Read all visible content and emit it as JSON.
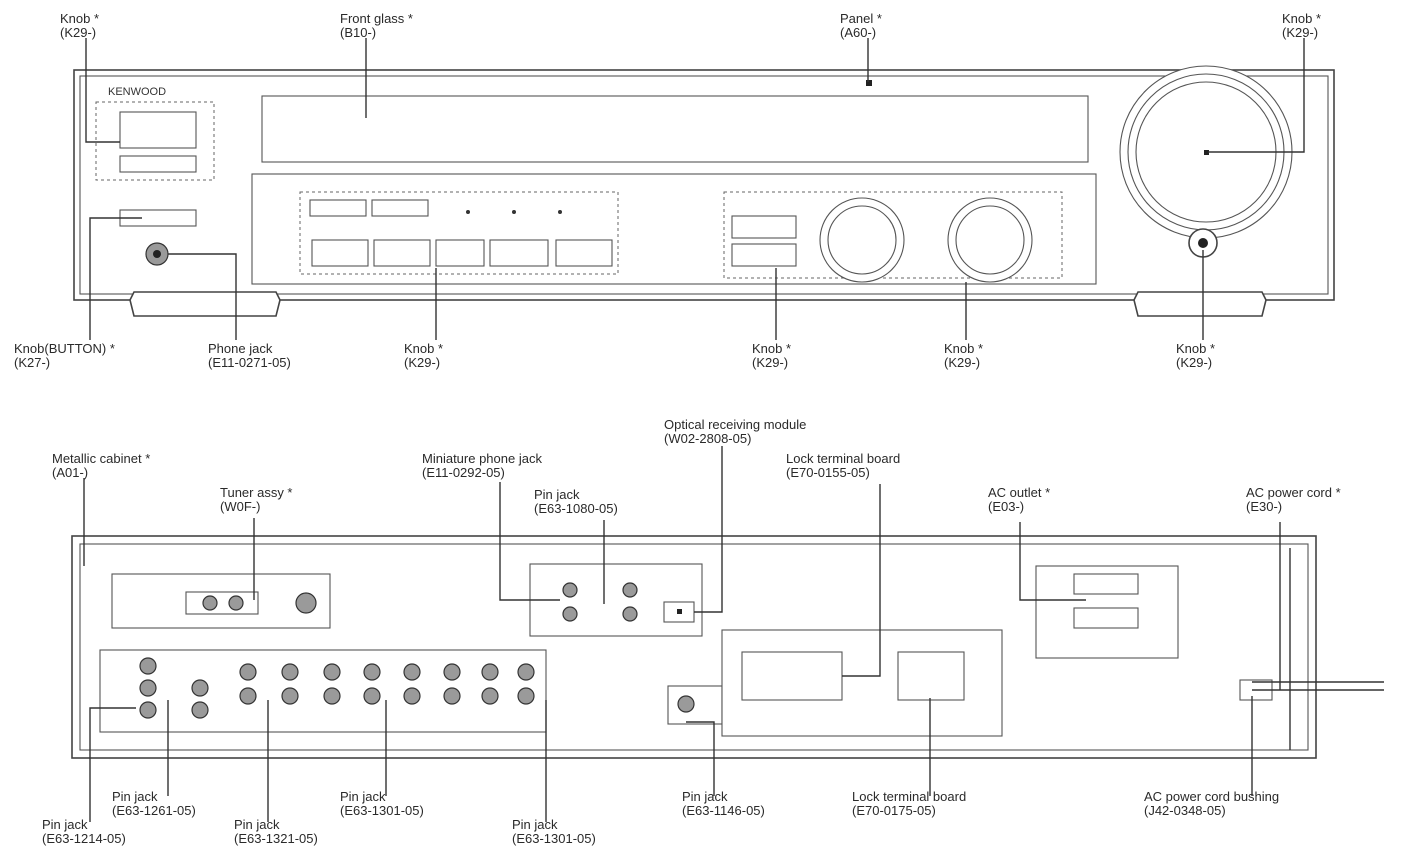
{
  "brand": "KENWOOD",
  "labels": {
    "front_knob_tl": [
      "Knob *",
      "(K29-)"
    ],
    "front_glass": [
      "Front glass *",
      "(B10-)"
    ],
    "front_panel": [
      "Panel *",
      "(A60-)"
    ],
    "front_knob_tr": [
      "Knob *",
      "(K29-)"
    ],
    "knob_button": [
      "Knob(BUTTON) *",
      "(K27-)"
    ],
    "phone_jack": [
      "Phone jack",
      "(E11-0271-05)"
    ],
    "knob_keys": [
      "Knob *",
      "(K29-)"
    ],
    "knob_input": [
      "Knob *",
      "(K29-)"
    ],
    "knob_dials": [
      "Knob *",
      "(K29-)"
    ],
    "knob_power": [
      "Knob *",
      "(K29-)"
    ],
    "optical_module": [
      "Optical receiving module",
      "(W02-2808-05)"
    ],
    "metallic_cabinet": [
      "Metallic cabinet *",
      "(A01-)"
    ],
    "tuner_assy": [
      "Tuner assy *",
      "(W0F-)"
    ],
    "miniature_phone_jack": [
      "Miniature phone jack",
      "(E11-0292-05)"
    ],
    "pin_jack_top": [
      "Pin jack",
      "(E63-1080-05)"
    ],
    "lock_terminal_top": [
      "Lock terminal board",
      "(E70-0155-05)"
    ],
    "ac_outlet": [
      "AC outlet *",
      "(E03-)"
    ],
    "ac_power_cord": [
      "AC power cord *",
      "(E30-)"
    ],
    "pin_jack_1": [
      "Pin jack",
      "(E63-1261-05)"
    ],
    "pin_jack_2": [
      "Pin jack",
      "(E63-1301-05)"
    ],
    "pin_jack_3": [
      "Pin jack",
      "(E63-1214-05)"
    ],
    "pin_jack_4": [
      "Pin jack",
      "(E63-1321-05)"
    ],
    "pin_jack_5": [
      "Pin jack",
      "(E63-1301-05)"
    ],
    "pin_jack_6": [
      "Pin jack",
      "(E63-1146-05)"
    ],
    "lock_terminal_bottom": [
      "Lock terminal board",
      "(E70-0175-05)"
    ],
    "cord_bushing": [
      "AC power cord bushing",
      "(J42-0348-05)"
    ]
  }
}
